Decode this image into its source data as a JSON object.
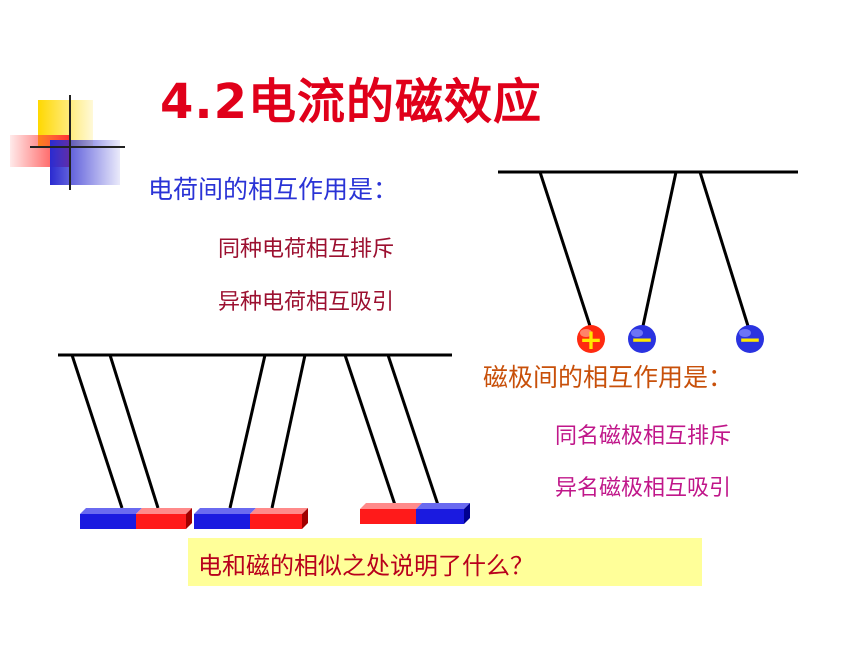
{
  "title": "4.2电流的磁效应",
  "charges": {
    "heading": "电荷间的相互作用是：",
    "rule_like": "同种电荷相互排斥",
    "rule_unlike": "异种电荷相互吸引",
    "signs": [
      "+",
      "−",
      "−"
    ]
  },
  "magnets": {
    "heading": "磁极间的相互作用是：",
    "rule_like": "同名磁极相互排斥",
    "rule_unlike": "异名磁极相互吸引"
  },
  "question": "电和磁的相似之处说明了什么？",
  "colors": {
    "title": "#e0001a",
    "charge_heading": "#2a33d6",
    "magnet_heading": "#c8500a",
    "rule_text_charges": "#9c1030",
    "rule_text_magnets": "#c0178a",
    "question_bg": "#ffff99",
    "positive_ball": "#ff2a10",
    "negative_ball": "#2a33e0",
    "magnet_red": "#ff1a1a",
    "magnet_blue": "#1a1ae0"
  }
}
